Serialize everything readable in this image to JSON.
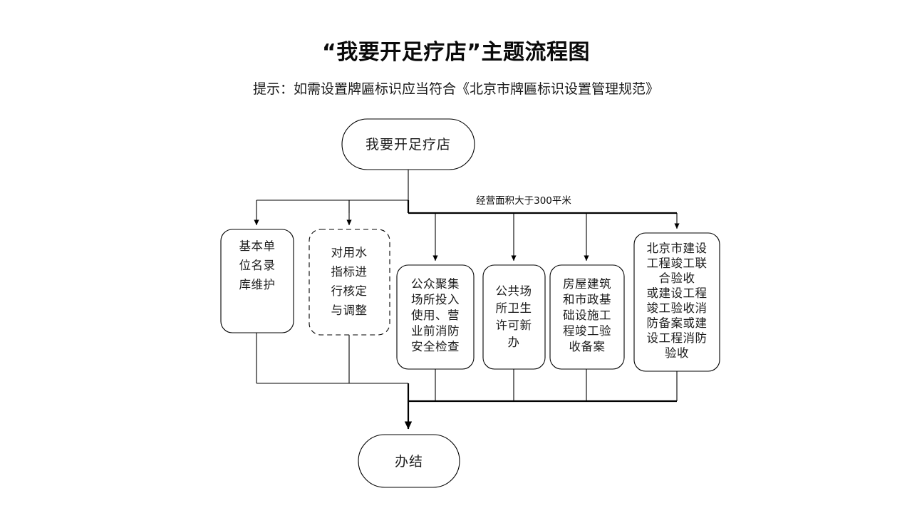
{
  "page": {
    "title": "“我要开足疗店”主题流程图",
    "subtitle": "提示：如需设置牌匾标识应当符合《北京市牌匾标识设置管理规范》",
    "background_color": "#ffffff",
    "line_color": "#000000"
  },
  "chart_data": {
    "type": "diagram",
    "title": "“我要开足疗店”主题流程图",
    "subtitle": "提示：如需设置牌匾标识应当符合《北京市牌匾标识设置管理规范》",
    "nodes": [
      {
        "id": "start",
        "label": "我要开足疗店",
        "shape": "stadium",
        "border": "solid",
        "lines": [
          "我要开足疗店"
        ]
      },
      {
        "id": "task1",
        "label": "基本单位名录库维护",
        "shape": "rounded-rect",
        "border": "solid",
        "lines": [
          "基本单",
          "位名录",
          "库维护"
        ]
      },
      {
        "id": "task2",
        "label": "对用水指标进行核定与调整",
        "shape": "rounded-rect",
        "border": "dashed",
        "lines": [
          "对用水",
          "指标进",
          "行核定",
          "与调整"
        ]
      },
      {
        "id": "task3",
        "label": "公众聚集场所投入使用、营业前消防安全检查",
        "shape": "rounded-rect",
        "border": "solid",
        "lines": [
          "公众聚集",
          "场所投入",
          "使用、营",
          "业前消防",
          "安全检查"
        ]
      },
      {
        "id": "task4",
        "label": "公共场所卫生许可新办",
        "shape": "rounded-rect",
        "border": "solid",
        "lines": [
          "公共场",
          "所卫生",
          "许可新",
          "办"
        ]
      },
      {
        "id": "task5",
        "label": "房屋建筑和市政基础设施工程竣工验收备案",
        "shape": "rounded-rect",
        "border": "solid",
        "lines": [
          "房屋建筑",
          "和市政基",
          "础设施工",
          "程竣工验",
          "收备案"
        ]
      },
      {
        "id": "task6",
        "label": "北京市建设工程竣工联合验收或建设工程竣工验收消防备案或建设工程消防验收",
        "shape": "rounded-rect",
        "border": "solid",
        "lines": [
          "北京市建设",
          "工程竣工联",
          "合验收",
          "或建设工程",
          "竣工验收消",
          "防备案或建",
          "设工程消防",
          "验收"
        ]
      },
      {
        "id": "end",
        "label": "办结",
        "shape": "stadium",
        "border": "solid",
        "lines": [
          "办结"
        ]
      }
    ],
    "edge_labels": [
      {
        "id": "area-condition",
        "text": "经营面积大于300平米"
      }
    ],
    "edges": [
      {
        "from": "start",
        "to": "task1"
      },
      {
        "from": "start",
        "to": "task2"
      },
      {
        "from": "start",
        "to": "task3",
        "label": "经营面积大于300平米"
      },
      {
        "from": "start",
        "to": "task4",
        "label": "经营面积大于300平米"
      },
      {
        "from": "start",
        "to": "task5",
        "label": "经营面积大于300平米"
      },
      {
        "from": "start",
        "to": "task6",
        "label": "经营面积大于300平米"
      },
      {
        "from": "task1",
        "to": "end"
      },
      {
        "from": "task2",
        "to": "end"
      },
      {
        "from": "task3",
        "to": "end"
      },
      {
        "from": "task4",
        "to": "end"
      },
      {
        "from": "task5",
        "to": "end"
      },
      {
        "from": "task6",
        "to": "end"
      }
    ]
  }
}
